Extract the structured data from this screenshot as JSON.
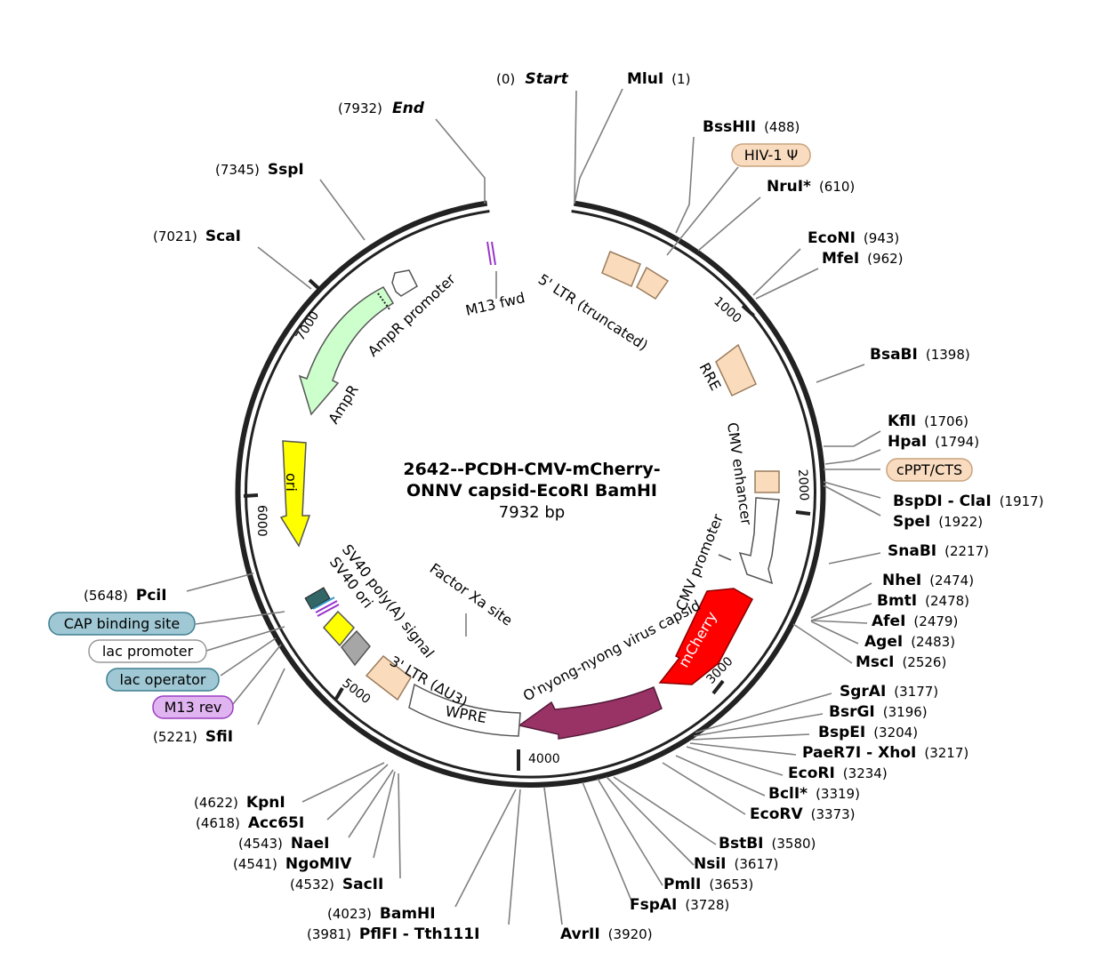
{
  "plasmid": {
    "name_line1": "2642--PCDH-CMV-mCherry-",
    "name_line2": "ONNV capsid-EcoRI BamHI",
    "length_label": "7932 bp",
    "total_bp": 7932
  },
  "ticks": [
    {
      "label": "1000",
      "bp": 1000
    },
    {
      "label": "2000",
      "bp": 2000
    },
    {
      "label": "3000",
      "bp": 3000
    },
    {
      "label": "4000",
      "bp": 4000
    },
    {
      "label": "5000",
      "bp": 5000
    },
    {
      "label": "6000",
      "bp": 6000
    },
    {
      "label": "7000",
      "bp": 7000
    }
  ],
  "markers": [
    {
      "name": "Start",
      "pos": "(0)"
    },
    {
      "name": "End",
      "pos": "(7932)"
    }
  ],
  "sites": [
    {
      "name": "MluI",
      "pos": "(1)"
    },
    {
      "name": "BssHII",
      "pos": "(488)"
    },
    {
      "name": "NruI*",
      "pos": "(610)"
    },
    {
      "name": "EcoNI",
      "pos": "(943)"
    },
    {
      "name": "MfeI",
      "pos": "(962)"
    },
    {
      "name": "BsaBI",
      "pos": "(1398)"
    },
    {
      "name": "KflI",
      "pos": "(1706)"
    },
    {
      "name": "HpaI",
      "pos": "(1794)"
    },
    {
      "name": "BspDI - ClaI",
      "pos": "(1917)"
    },
    {
      "name": "SpeI",
      "pos": "(1922)"
    },
    {
      "name": "SnaBI",
      "pos": "(2217)"
    },
    {
      "name": "NheI",
      "pos": "(2474)"
    },
    {
      "name": "BmtI",
      "pos": "(2478)"
    },
    {
      "name": "AfeI",
      "pos": "(2479)"
    },
    {
      "name": "AgeI",
      "pos": "(2483)"
    },
    {
      "name": "MscI",
      "pos": "(2526)"
    },
    {
      "name": "SgrAI",
      "pos": "(3177)"
    },
    {
      "name": "BsrGI",
      "pos": "(3196)"
    },
    {
      "name": "BspEI",
      "pos": "(3204)"
    },
    {
      "name": "PaeR7I - XhoI",
      "pos": "(3217)"
    },
    {
      "name": "EcoRI",
      "pos": "(3234)"
    },
    {
      "name": "BclI*",
      "pos": "(3319)"
    },
    {
      "name": "EcoRV",
      "pos": "(3373)"
    },
    {
      "name": "BstBI",
      "pos": "(3580)"
    },
    {
      "name": "NsiI",
      "pos": "(3617)"
    },
    {
      "name": "PmlI",
      "pos": "(3653)"
    },
    {
      "name": "FspAI",
      "pos": "(3728)"
    },
    {
      "name": "AvrII",
      "pos": "(3920)"
    },
    {
      "name": "PflFI - Tth111I",
      "pos": "(3981)"
    },
    {
      "name": "BamHI",
      "pos": "(4023)"
    },
    {
      "name": "SacII",
      "pos": "(4532)"
    },
    {
      "name": "NgoMIV",
      "pos": "(4541)"
    },
    {
      "name": "NaeI",
      "pos": "(4543)"
    },
    {
      "name": "Acc65I",
      "pos": "(4618)"
    },
    {
      "name": "KpnI",
      "pos": "(4622)"
    },
    {
      "name": "SfiI",
      "pos": "(5221)"
    },
    {
      "name": "PciI",
      "pos": "(5648)"
    },
    {
      "name": "ScaI",
      "pos": "(7021)"
    },
    {
      "name": "SspI",
      "pos": "(7345)"
    }
  ],
  "pills": [
    {
      "label": "HIV-1 Ψ",
      "fill": "#f9dcc0",
      "stroke": "#c8a47e"
    },
    {
      "label": "cPPT/CTS",
      "fill": "#f9dcc0",
      "stroke": "#c8a47e"
    },
    {
      "label": "CAP binding site",
      "fill": "#9fc8d4",
      "stroke": "#3f7f92"
    },
    {
      "label": "lac promoter",
      "fill": "#ffffff",
      "stroke": "#999999"
    },
    {
      "label": "lac operator",
      "fill": "#9fc8d4",
      "stroke": "#3f7f92"
    },
    {
      "label": "M13 rev",
      "fill": "#e0b4f0",
      "stroke": "#9a3fc0"
    }
  ],
  "features": {
    "ltr5": "5' LTR (truncated)",
    "rre": "RRE",
    "cmv_enhancer": "CMV enhancer",
    "cmv_promoter": "CMV promoter",
    "mcherry": "mCherry",
    "onnv": "O'nyong-nyong virus capsid",
    "wpre": "WPRE",
    "ltr3": "3' LTR (ΔU3)",
    "factor_xa": "Factor Xa site",
    "sv40_polya": "SV40 poly(A) signal",
    "sv40_ori": "SV40 ori",
    "ori": "ori",
    "ampr": "AmpR",
    "ampr_promoter": "AmpR promoter",
    "m13_fwd": "M13 fwd"
  },
  "colors": {
    "ltr": "#fadcbd",
    "ltr_stroke": "#9a7c5c",
    "ampr": "#ccffcc",
    "ori": "#ffff00",
    "mcherry": "#ff0000",
    "onnv": "#993366",
    "sv40_ori": "#ffff00",
    "grey_box": "#a6a6a6",
    "m13_fwd": "#9933cc"
  }
}
